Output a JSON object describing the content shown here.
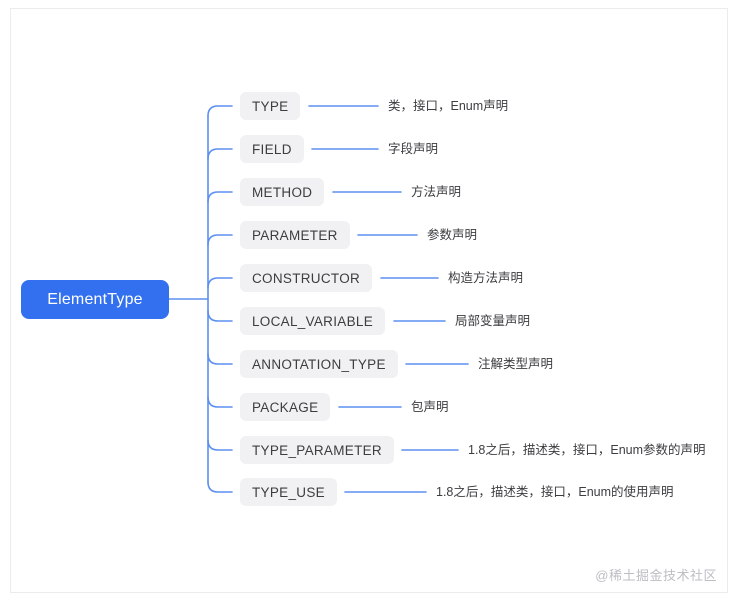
{
  "diagram": {
    "type": "mind-map",
    "root": {
      "label": "ElementType",
      "color": "#3370f0",
      "text_color": "#ffffff"
    },
    "theme": {
      "line_color": "#5b8ff0",
      "node_bg": "#f1f1f3",
      "node_text": "#3d3d40",
      "canvas_bg": "#ffffff",
      "card_border": "#ececef",
      "watermark_color": "#bdbdc4"
    },
    "branches": [
      {
        "name": "TYPE",
        "description": "类，接口，Enum声明"
      },
      {
        "name": "FIELD",
        "description": "字段声明"
      },
      {
        "name": "METHOD",
        "description": "方法声明"
      },
      {
        "name": "PARAMETER",
        "description": "参数声明"
      },
      {
        "name": "CONSTRUCTOR",
        "description": "构造方法声明"
      },
      {
        "name": "LOCAL_VARIABLE",
        "description": "局部变量声明"
      },
      {
        "name": "ANNOTATION_TYPE",
        "description": "注解类型声明"
      },
      {
        "name": "PACKAGE",
        "description": "包声明"
      },
      {
        "name": "TYPE_PARAMETER",
        "description": "1.8之后，描述类，接口，Enum参数的声明"
      },
      {
        "name": "TYPE_USE",
        "description": "1.8之后，描述类，接口，Enum的使用声明"
      }
    ]
  },
  "watermark": {
    "text": "@稀土掘金技术社区"
  }
}
